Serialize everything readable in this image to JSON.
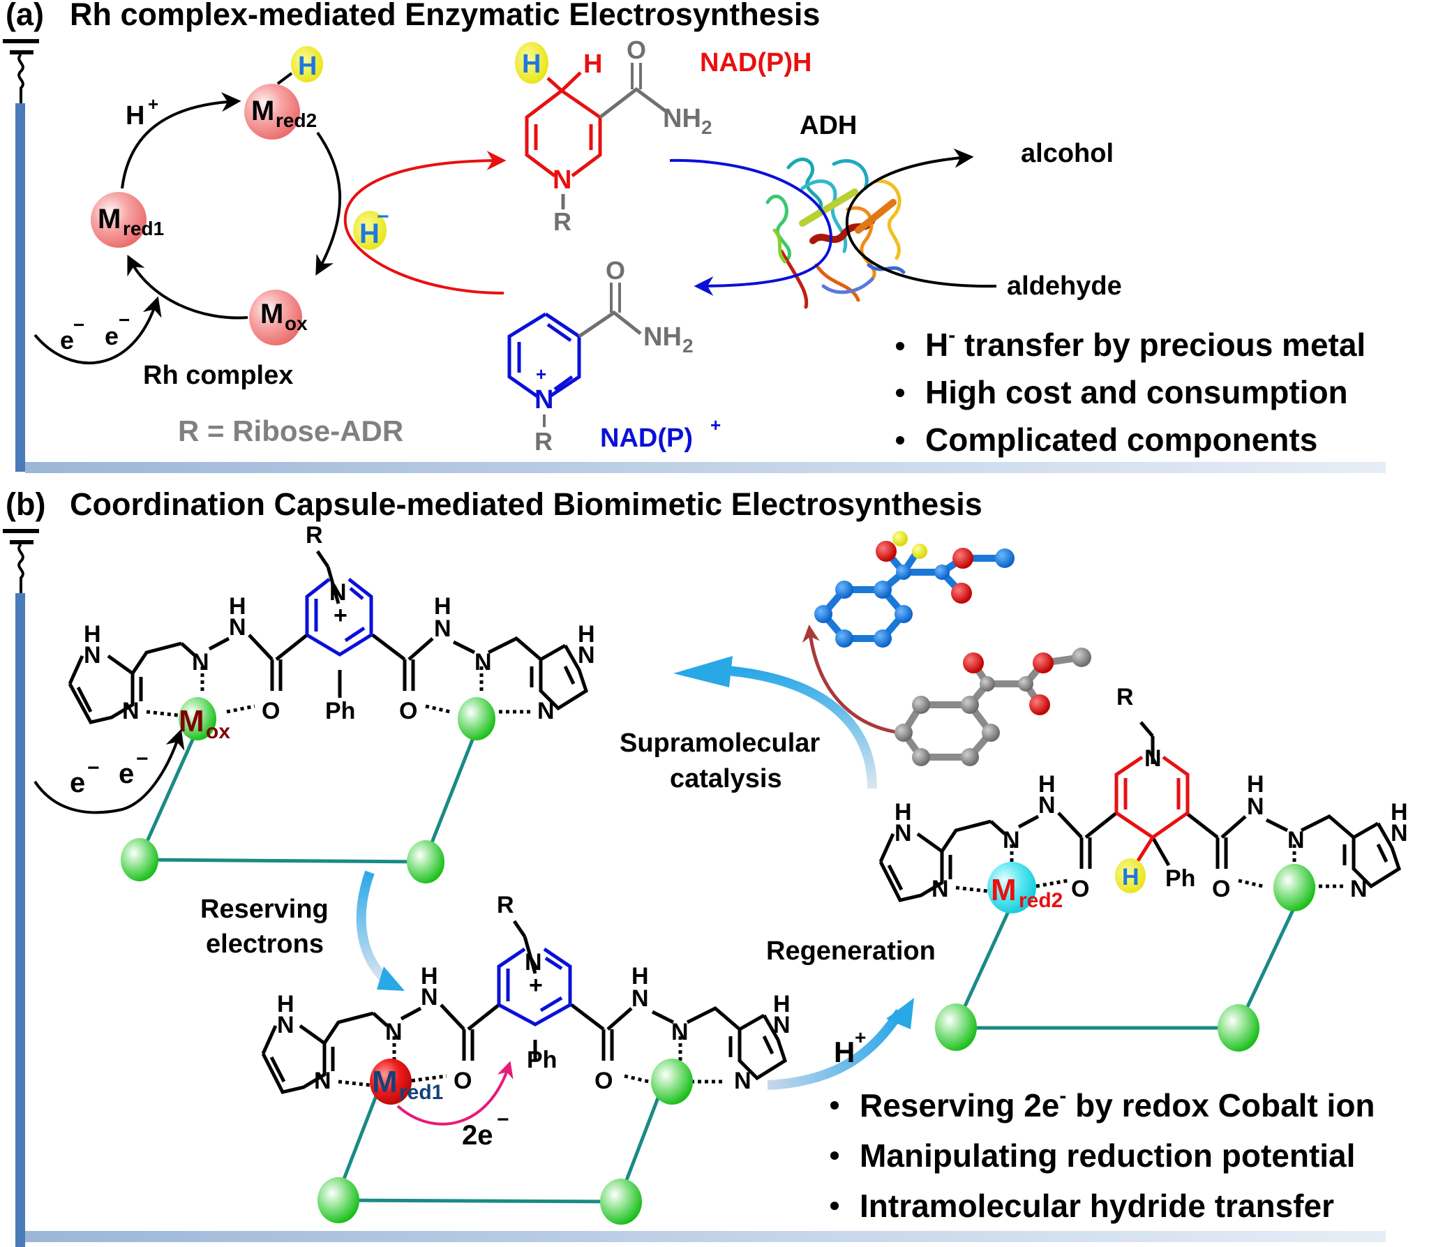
{
  "panel_a": {
    "label": "(a)",
    "title": "Rh complex-mediated Enzymatic Electrosynthesis",
    "cycle": {
      "m_red2": {
        "main": "M",
        "sub": "red2"
      },
      "m_red1": {
        "main": "M",
        "sub": "red1"
      },
      "m_ox": {
        "main": "M",
        "sub": "ox"
      },
      "h_plus": {
        "main": "H",
        "sup": "+"
      },
      "hydride_bubble": {
        "main": "H",
        "sup": "−"
      },
      "metal_hydride_h": "H",
      "electrons": [
        "e",
        "e"
      ],
      "electron_charge": "−",
      "caption": "Rh complex"
    },
    "r_definition": "R = Ribose-ADR",
    "nadph": {
      "label": "NAD(P)H",
      "h_highlight": "H",
      "h_red": "H",
      "o": "O",
      "nh2": {
        "main": "NH",
        "sub": "2"
      },
      "n": "N",
      "r": "R"
    },
    "nadp_plus": {
      "label": {
        "main": "NAD(P)",
        "sup": "+"
      },
      "o": "O",
      "nh2": {
        "main": "NH",
        "sub": "2"
      },
      "n": "N",
      "charge": "+",
      "r": "R"
    },
    "enzyme": {
      "label": "ADH",
      "product": "alcohol",
      "substrate": "aldehyde"
    },
    "bullets": [
      {
        "pre": "H",
        "sup": "-",
        "post": " transfer by precious metal"
      },
      {
        "pre": "High cost and consumption",
        "sup": "",
        "post": ""
      },
      {
        "pre": "Complicated components",
        "sup": "",
        "post": ""
      }
    ]
  },
  "panel_b": {
    "label": "(b)",
    "title": "Coordination Capsule-mediated Biomimetic Electrosynthesis",
    "m_ox": {
      "main": "M",
      "sub": "ox"
    },
    "m_red1": {
      "main": "M",
      "sub": "red1"
    },
    "m_red2": {
      "main": "M",
      "sub": "red2"
    },
    "hydride_h": "H",
    "atoms": {
      "H": "H",
      "N": "N",
      "O": "O",
      "R": "R",
      "Ph": "Ph",
      "plus": "+"
    },
    "electrons": [
      "e",
      "e"
    ],
    "electron_charge": "−",
    "two_e": {
      "main": "2e",
      "sup": "−"
    },
    "h_plus": {
      "main": "H",
      "sup": "+"
    },
    "labels": {
      "reserving": [
        "Reserving",
        "electrons"
      ],
      "regeneration": "Regeneration",
      "supramolecular": [
        "Supramolecular",
        "catalysis"
      ]
    },
    "bullets": [
      {
        "pre": "Reserving 2e",
        "sup": "-",
        "post": " by redox Cobalt ion"
      },
      {
        "pre": "Manipulating reduction potential",
        "sup": "",
        "post": ""
      },
      {
        "pre": "Intramolecular hydride  transfer",
        "sup": "",
        "post": ""
      }
    ]
  },
  "colors": {
    "electrode": "#4a7ab8",
    "nadh_red": "#e81010",
    "nad_blue": "#0a10d8",
    "grey": "#707070",
    "teal_link": "#1a8a86",
    "arrow_blue": "#29a8e6",
    "arrow_brown": "#a83a3a",
    "arrow_magenta": "#e81a78",
    "metal_dark_red": "#800000",
    "metal_navy": "#12427a",
    "hydride_yellow": "#f2ef18",
    "hydride_text_blue": "#1e78e0"
  }
}
